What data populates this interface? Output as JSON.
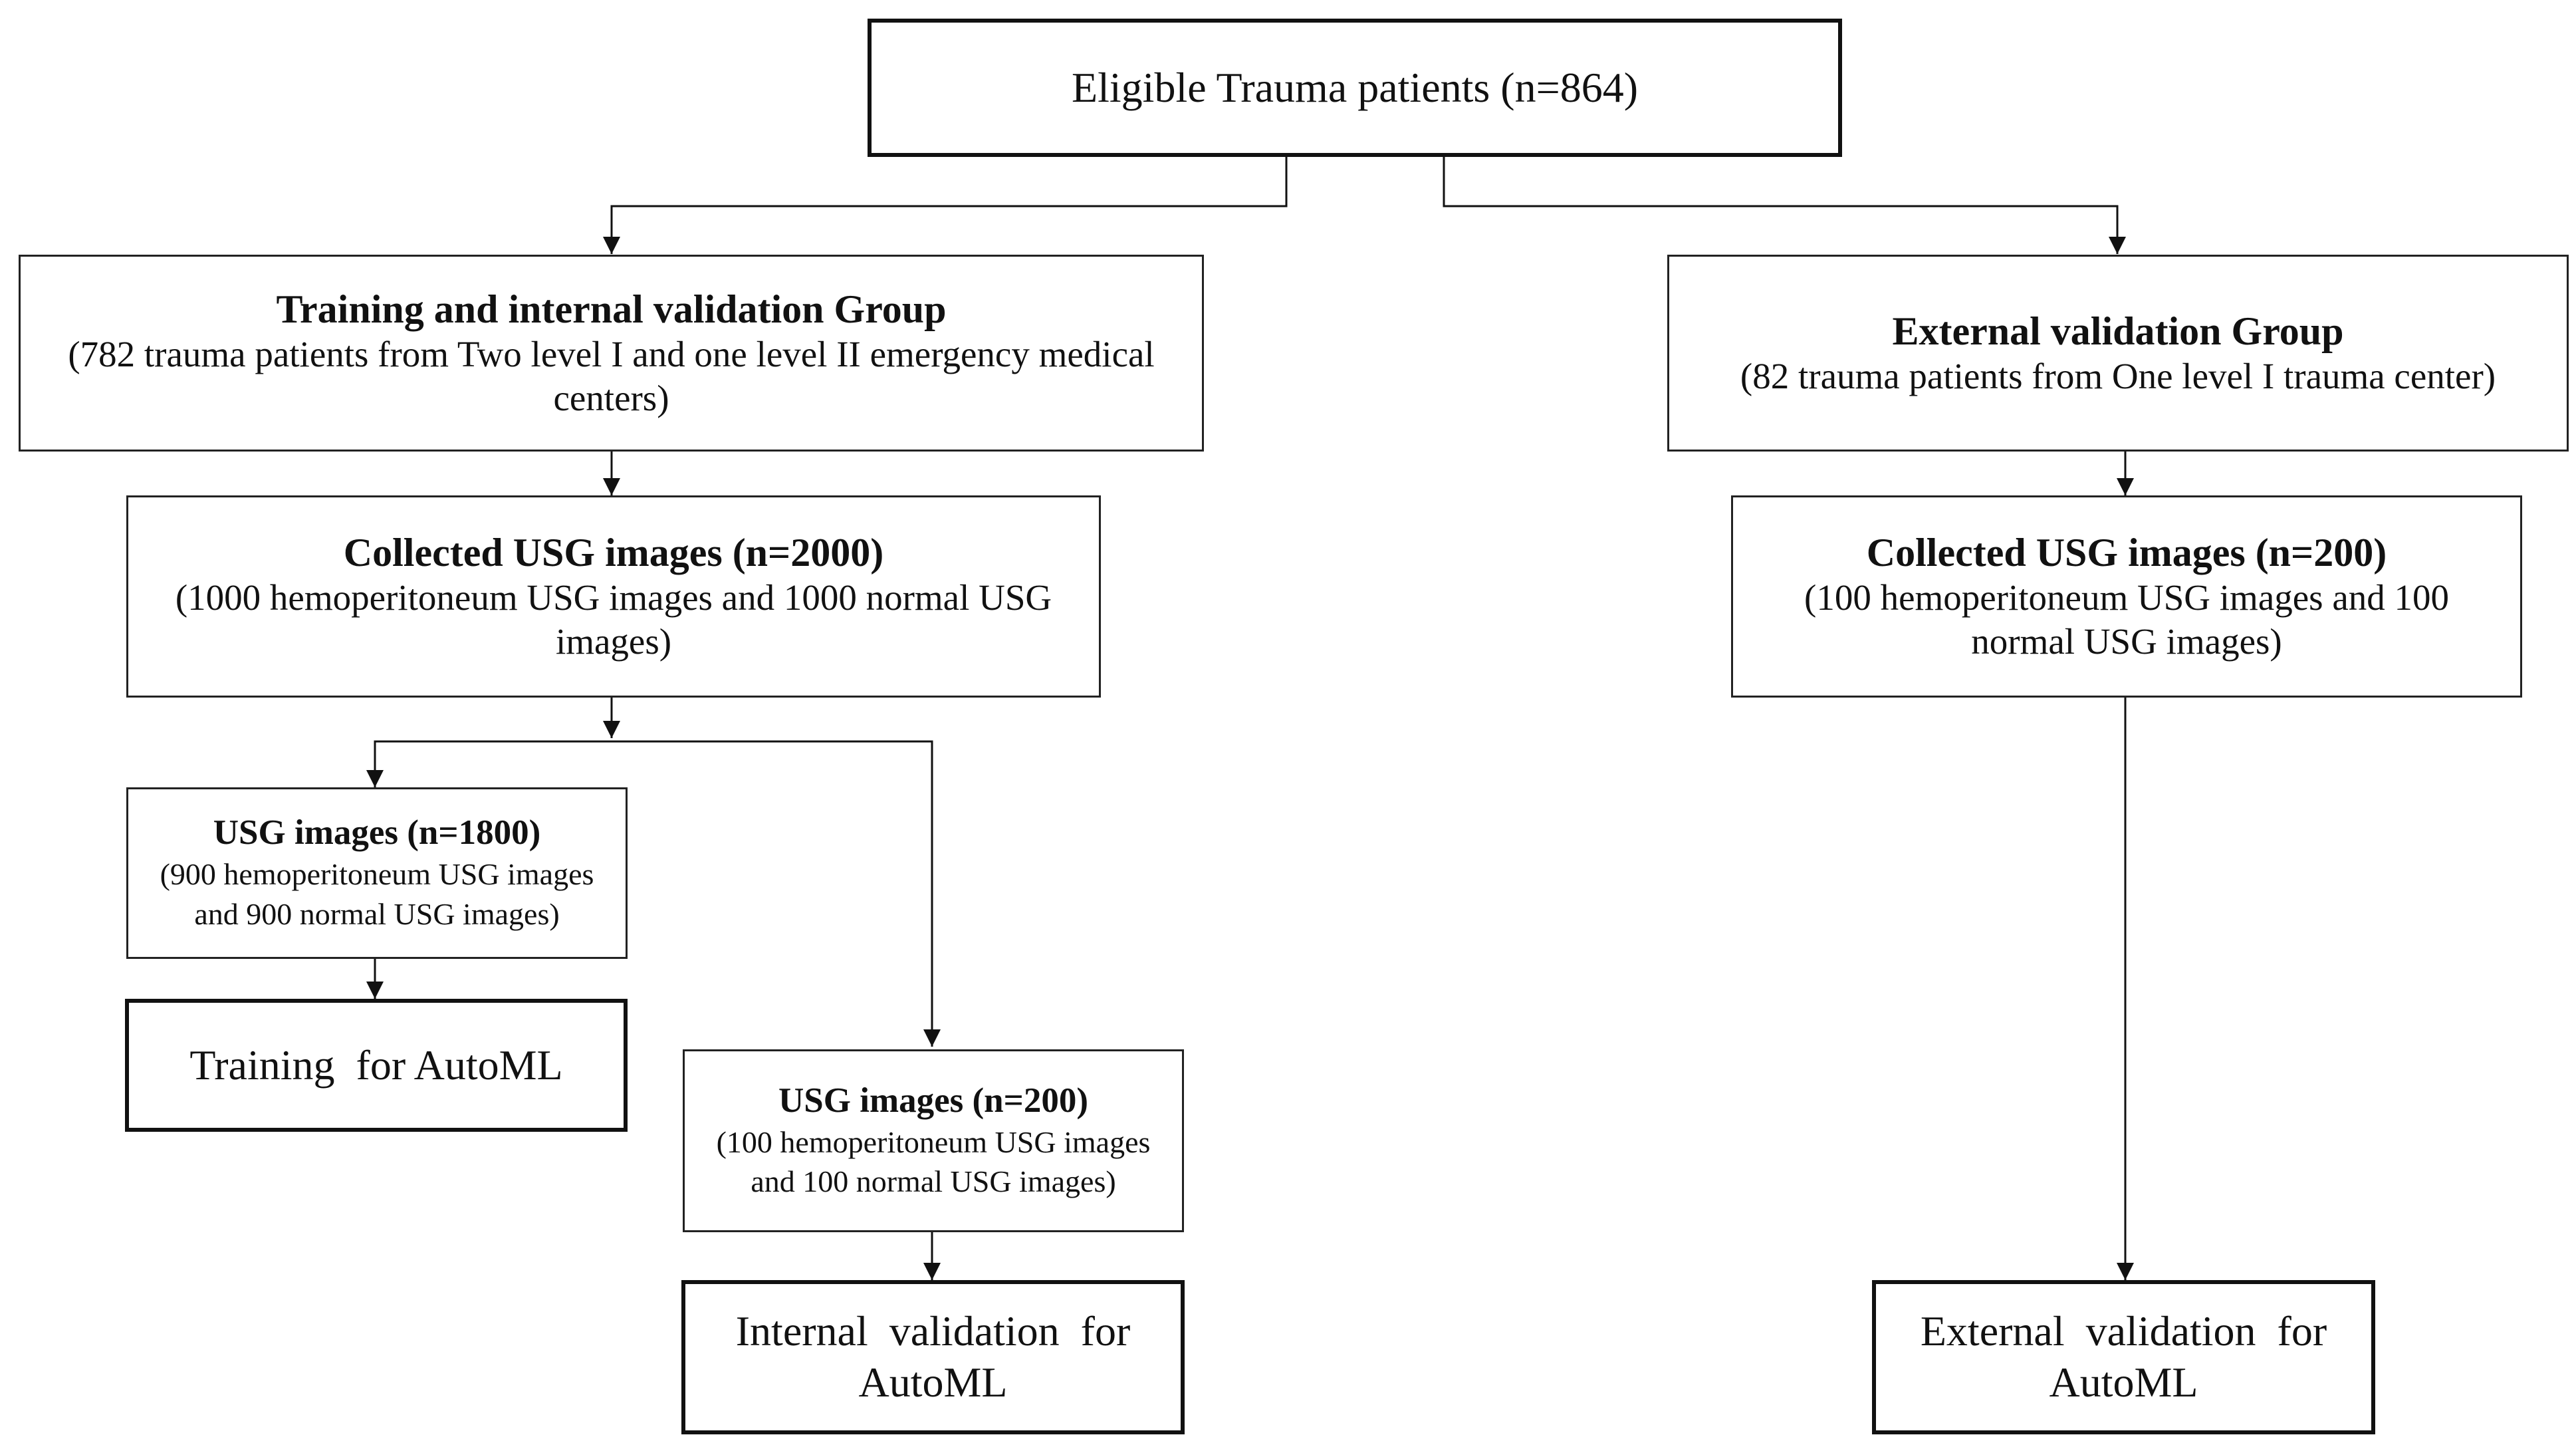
{
  "top": {
    "text": "Eligible Trauma patients (n=864)"
  },
  "left_group": {
    "title": "Training and internal validation Group",
    "subtitle": "(782 trauma patients from Two level I and one level II emergency medical centers)"
  },
  "right_group": {
    "title": "External validation Group",
    "subtitle": "(82 trauma patients from One level I trauma center)"
  },
  "left_collected": {
    "title": "Collected USG images (n=2000)",
    "subtitle": "(1000 hemoperitoneum USG images and 1000 normal USG images)"
  },
  "right_collected": {
    "title": "Collected USG images (n=200)",
    "subtitle": "(100 hemoperitoneum USG images and 100 normal USG images)"
  },
  "train_split": {
    "title": "USG images (n=1800)",
    "subtitle": "(900 hemoperitoneum USG images and 900 normal USG images)"
  },
  "val_split": {
    "title": "USG images (n=200)",
    "subtitle": "(100 hemoperitoneum USG images and 100 normal USG images)"
  },
  "training": {
    "text": "Training  for AutoML"
  },
  "internal_validation": {
    "text": "Internal  validation  for AutoML"
  },
  "external_validation": {
    "text": "External  validation  for AutoML"
  }
}
